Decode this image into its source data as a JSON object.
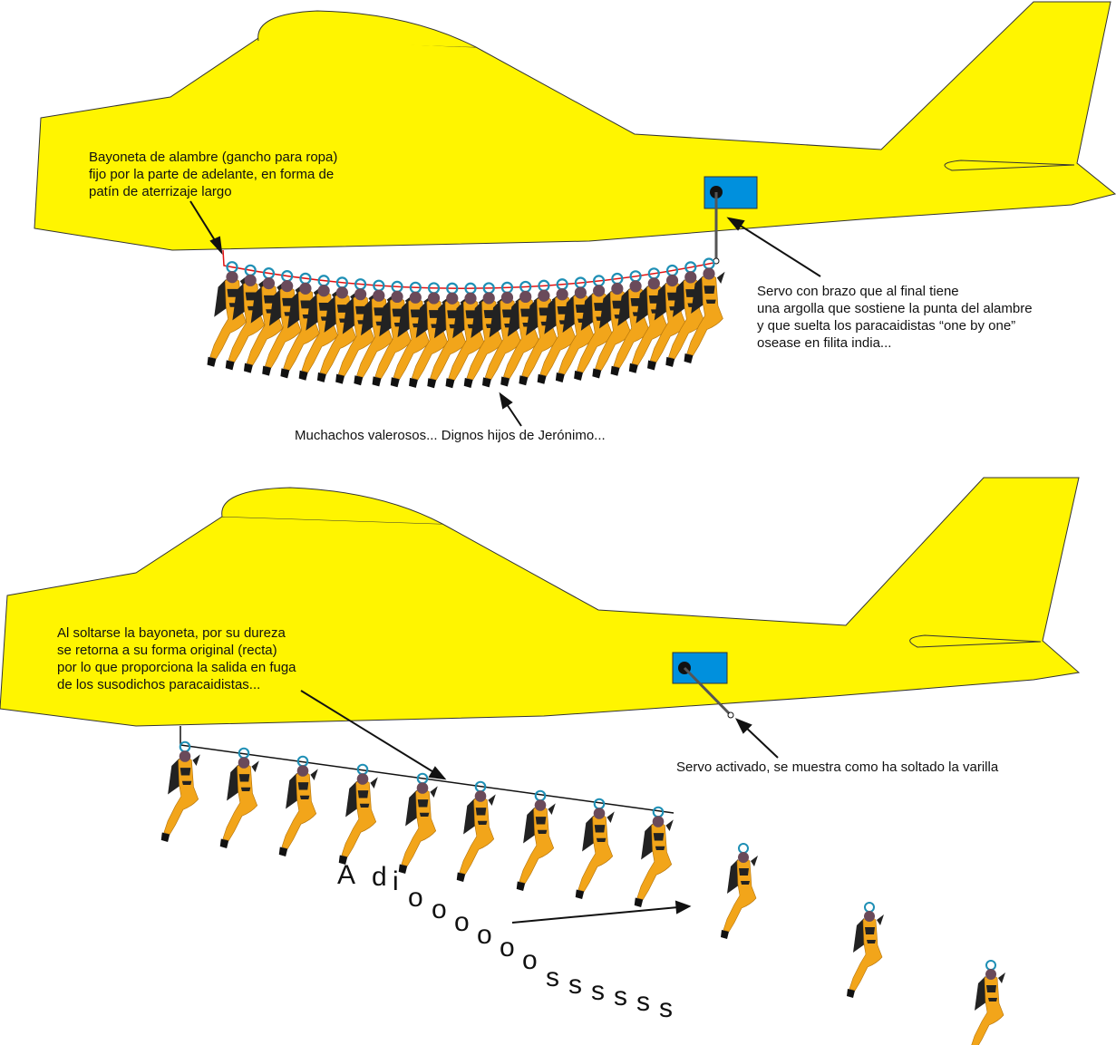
{
  "colors": {
    "plane": "#fff500",
    "servo": "#0090dd",
    "wire": "#e01010",
    "ring": "#1e8fb5",
    "suit": "#f2a51a"
  },
  "notes": {
    "bayonet": "Bayoneta de alambre (gancho para ropa)\nfijo por la parte de adelante, en forma de\npatín de aterrizaje largo",
    "servo": "Servo con brazo que al final tiene\nuna argolla que sostiene la punta del alambre\ny que suelta los paracaidistas “one by one”\nosease en filita india...",
    "brave": "Muchachos valerosos... Dignos hijos de Jerónimo...",
    "release": "Al soltarse la bayoneta, por su dureza\nse retorna a su forma original (recta)\npor lo que proporciona la salida en fuga\nde los susodichos paracaidistas...",
    "servo_active": "Servo activado, se muestra como ha soltado la varilla"
  },
  "adios_letters": [
    "A",
    "d",
    "i",
    "o",
    "o",
    "o",
    "o",
    "o",
    "o",
    "s",
    "s",
    "s",
    "s",
    "s",
    "s"
  ]
}
